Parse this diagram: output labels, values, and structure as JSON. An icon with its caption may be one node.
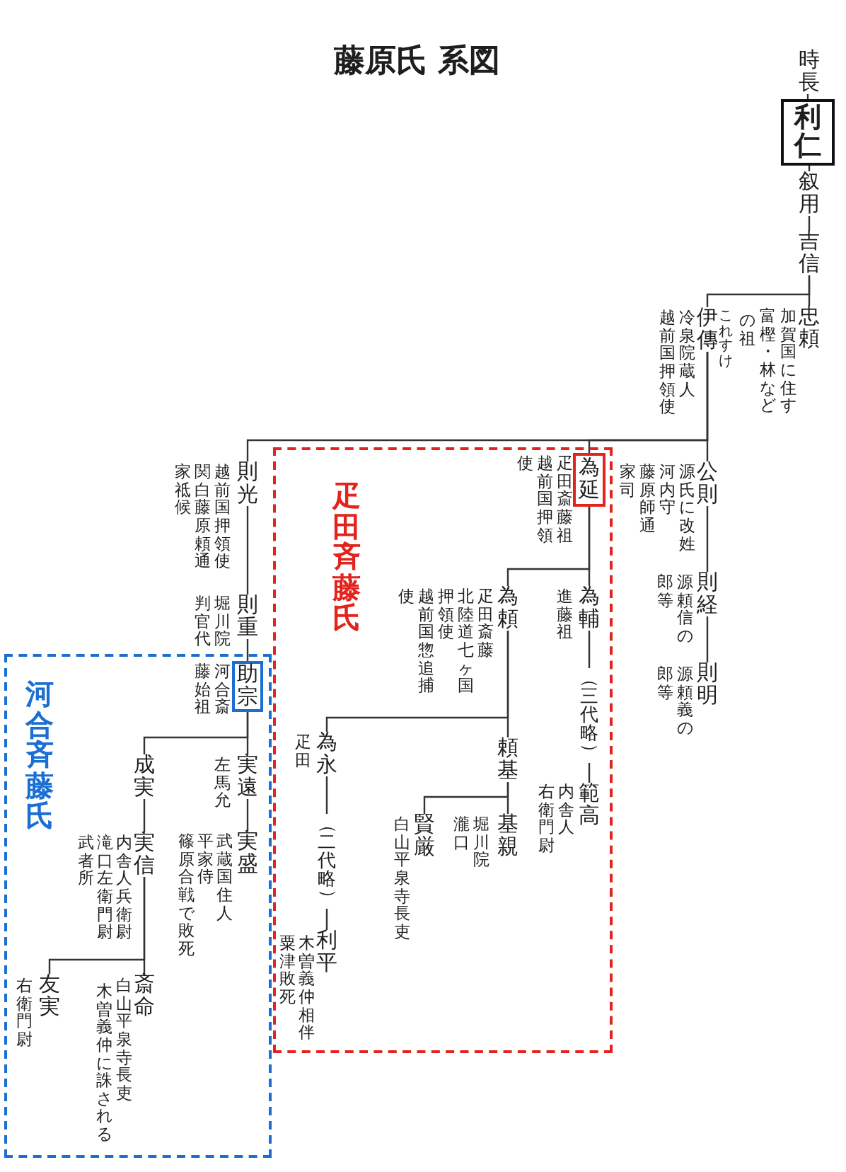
{
  "diagram": {
    "title": "藤原氏 系図",
    "nodes": [
      {
        "text": [
          "時長"
        ]
      },
      {
        "text": [
          "利仁"
        ]
      },
      {
        "text": [
          "叙用"
        ]
      },
      {
        "text": [
          "吉信"
        ]
      },
      {
        "text": [
          "忠頼"
        ],
        "beside": [
          "加賀国に住す",
          "富樫・林など",
          "の祖"
        ]
      },
      {
        "text": [
          "伊傳"
        ],
        "beside": [
          "これすけ",
          "冷泉院蔵人",
          "越前国押領使"
        ]
      },
      {
        "text": [
          "公則"
        ],
        "beside": [
          "源氏に改姓",
          "河内守藤原師通家司"
        ]
      },
      {
        "text": [
          "則経"
        ],
        "beside": [
          "源頼信の郎等"
        ]
      },
      {
        "text": [
          "則明"
        ],
        "beside": [
          "源頼義の郎等"
        ]
      },
      {
        "text": [
          "疋田斉藤氏"
        ]
      },
      {
        "text": [
          "為延"
        ],
        "in": 9,
        "beside": [
          "疋田斎藤祖",
          "越前国押領",
          "使"
        ]
      },
      {
        "text": [
          "為輔"
        ],
        "in": 9,
        "beside": [
          "進藤祖"
        ]
      },
      {
        "text": [
          "範高"
        ],
        "in": 9,
        "beside": [
          "内舎人",
          "右衛門尉"
        ]
      },
      {
        "text": [
          "為頼"
        ],
        "in": 9,
        "beside": [
          "疋田斎藤",
          "北陸道七ヶ国",
          "押領使",
          "越前国惣追捕",
          "使"
        ]
      },
      {
        "text": [
          "頼基"
        ],
        "in": 9
      },
      {
        "text": [
          "基親"
        ],
        "in": 9,
        "beside": [
          "堀川院瀧口"
        ]
      },
      {
        "text": [
          "賢厳"
        ],
        "in": 9,
        "beside": [
          "白山平泉寺長吏"
        ]
      },
      {
        "text": [
          "為永"
        ],
        "in": 9,
        "beside": [
          "疋田"
        ]
      },
      {
        "text": [
          "利平"
        ],
        "in": 9,
        "beside": [
          "木曽義仲相伴",
          "粟津敗死"
        ]
      },
      {
        "text": [
          "則光"
        ],
        "beside": [
          "越前国押領使",
          "関白藤原頼通",
          "家祗候"
        ]
      },
      {
        "text": [
          "則重"
        ],
        "beside": [
          "堀川院判官代"
        ]
      },
      {
        "text": [
          "河合斉藤氏"
        ]
      },
      {
        "text": [
          "助宗"
        ],
        "in": 21,
        "beside": [
          "河合斎藤始祖"
        ]
      },
      {
        "text": [
          "実遠"
        ],
        "in": 21,
        "beside": [
          "左馬允"
        ]
      },
      {
        "text": [
          "実盛"
        ],
        "in": 21,
        "beside": [
          "武蔵国住人",
          "平家侍",
          "篠原合戦で敗死"
        ]
      },
      {
        "text": [
          "成実"
        ],
        "in": 21
      },
      {
        "text": [
          "実信"
        ],
        "in": 21,
        "beside": [
          "内舎人兵衛尉",
          "滝口左衛門尉",
          "武者所"
        ]
      },
      {
        "text": [
          "斎命"
        ],
        "in": 21,
        "beside": [
          "白山平泉寺長吏",
          "木曽義仲に誅される"
        ]
      },
      {
        "text": [
          "友実"
        ],
        "in": 21,
        "beside": [
          "右衛門尉"
        ]
      }
    ],
    "edges": [
      {
        "from": 0,
        "to": 1,
        "arrow": "none"
      },
      {
        "from": 1,
        "to": 2,
        "arrow": "none"
      },
      {
        "from": 2,
        "to": 3,
        "arrow": "none"
      },
      {
        "from": 3,
        "to": 4,
        "arrow": "none"
      },
      {
        "from": 3,
        "to": 5,
        "arrow": "none"
      },
      {
        "from": 5,
        "to": 6,
        "arrow": "none"
      },
      {
        "from": 5,
        "to": 10,
        "arrow": "none"
      },
      {
        "from": 5,
        "to": 19,
        "arrow": "none"
      },
      {
        "from": 6,
        "to": 7,
        "arrow": "none"
      },
      {
        "from": 7,
        "to": 8,
        "arrow": "none"
      },
      {
        "from": 10,
        "to": 11,
        "arrow": "none"
      },
      {
        "from": 10,
        "to": 13,
        "arrow": "none"
      },
      {
        "from": 11,
        "to": 12,
        "label": "（三代略）",
        "arrow": "none"
      },
      {
        "from": 13,
        "to": 14,
        "arrow": "none"
      },
      {
        "from": 13,
        "to": 17,
        "arrow": "none"
      },
      {
        "from": 14,
        "to": 15,
        "arrow": "none"
      },
      {
        "from": 14,
        "to": 16,
        "arrow": "none"
      },
      {
        "from": 17,
        "to": 18,
        "label": "（二代略）",
        "arrow": "none"
      },
      {
        "from": 19,
        "to": 20,
        "arrow": "none"
      },
      {
        "from": 20,
        "to": 22,
        "arrow": "none"
      },
      {
        "from": 22,
        "to": 23,
        "arrow": "none"
      },
      {
        "from": 22,
        "to": 25,
        "arrow": "none"
      },
      {
        "from": 23,
        "to": 24,
        "arrow": "none"
      },
      {
        "from": 25,
        "to": 26,
        "arrow": "none"
      },
      {
        "from": 26,
        "to": 27,
        "arrow": "none"
      },
      {
        "from": 26,
        "to": 28,
        "arrow": "none"
      }
    ]
  }
}
